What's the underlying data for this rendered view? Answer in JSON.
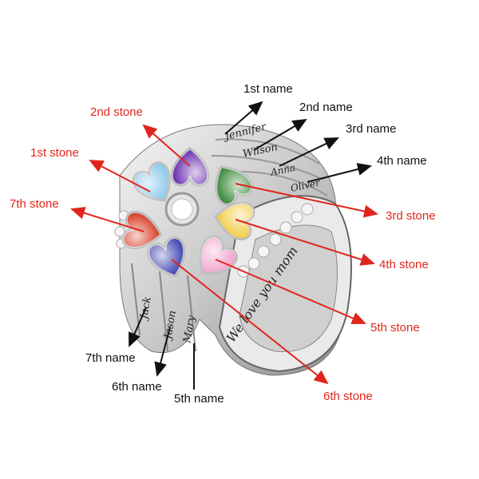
{
  "colors": {
    "name_label": "#111111",
    "stone_label": "#e0261c",
    "metal": "#d9d9d9"
  },
  "names": [
    {
      "id": "1st",
      "label": "1st name"
    },
    {
      "id": "2nd",
      "label": "2nd name"
    },
    {
      "id": "3rd",
      "label": "3rd name"
    },
    {
      "id": "4th",
      "label": "4th name"
    },
    {
      "id": "5th",
      "label": "5th name"
    },
    {
      "id": "6th",
      "label": "6th name"
    },
    {
      "id": "7th",
      "label": "7th name"
    }
  ],
  "stones": [
    {
      "id": "1st",
      "label": "1st stone",
      "color": "#7ec3ea"
    },
    {
      "id": "2nd",
      "label": "2nd stone",
      "color": "#5a1aa8"
    },
    {
      "id": "3rd",
      "label": "3rd stone",
      "color": "#1f7a1f"
    },
    {
      "id": "4th",
      "label": "4th stone",
      "color": "#f2c630"
    },
    {
      "id": "5th",
      "label": "5th stone",
      "color": "#f29ac8"
    },
    {
      "id": "6th",
      "label": "6th stone",
      "color": "#2a2fa8"
    },
    {
      "id": "7th",
      "label": "7th stone",
      "color": "#d42a12"
    }
  ],
  "engravings": {
    "n1": "Jennifer",
    "n2": "Wilson",
    "n3": "Anna",
    "n4": "Oliver",
    "n5": "Mary",
    "n6": "Jason",
    "n7": "Jack",
    "band": "We love you mom"
  }
}
